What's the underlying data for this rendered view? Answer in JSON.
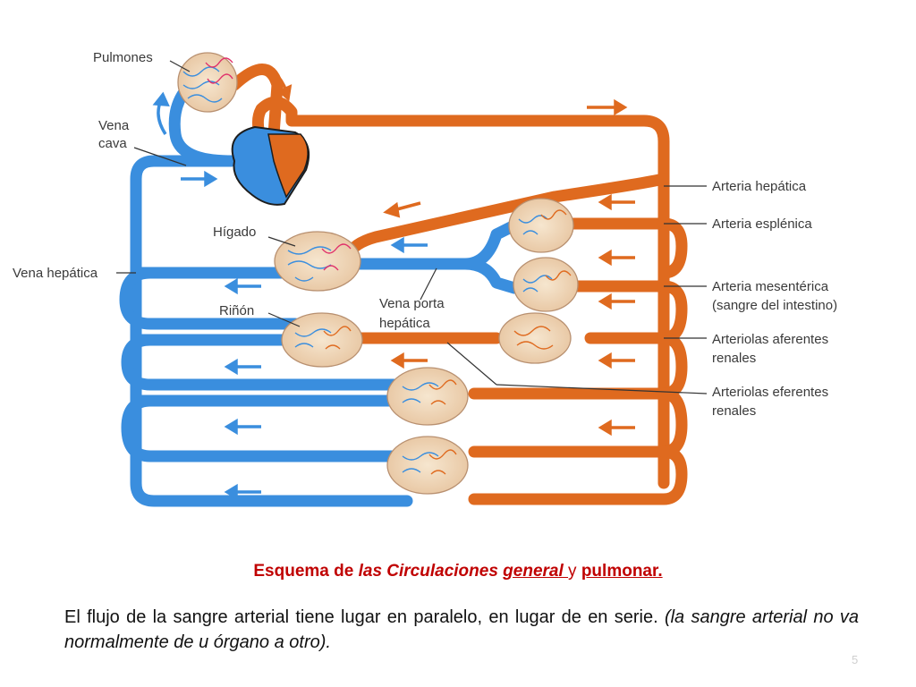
{
  "labels": {
    "pulmones": "Pulmones",
    "vena_cava": [
      "Vena",
      "cava"
    ],
    "higado": "Hígado",
    "vena_hepatica": "Vena hepática",
    "rinon": "Riñón",
    "vena_porta": [
      "Vena porta",
      "hepática"
    ],
    "arteria_hepatica": "Arteria hepática",
    "arteria_esplenica": "Arteria esplénica",
    "arteria_mesenterica": [
      "Arteria mesentérica",
      "(sangre del intestino)"
    ],
    "arteriolas_aferentes": [
      "Arteriolas aferentes",
      "renales"
    ],
    "arteriolas_eferentes": [
      "Arteriolas eferentes",
      "renales"
    ]
  },
  "colors": {
    "venous": "#3a8ede",
    "arterial": "#df6a1f",
    "capillary_red": "#e0306a",
    "label_text": "#3a3a3a",
    "caption": "#c00000"
  },
  "caption": {
    "part1": "Esquema de ",
    "part2": "las Circulaciones ",
    "part3": "general ",
    "part4": " y ",
    "part5": "pulmonar."
  },
  "body": {
    "normal": "El flujo de la sangre arterial tiene lugar en paralelo, en lugar de en serie. ",
    "italic": "(la sangre arterial no va normalmente de u  órgano a otro)."
  },
  "page_number": "5"
}
